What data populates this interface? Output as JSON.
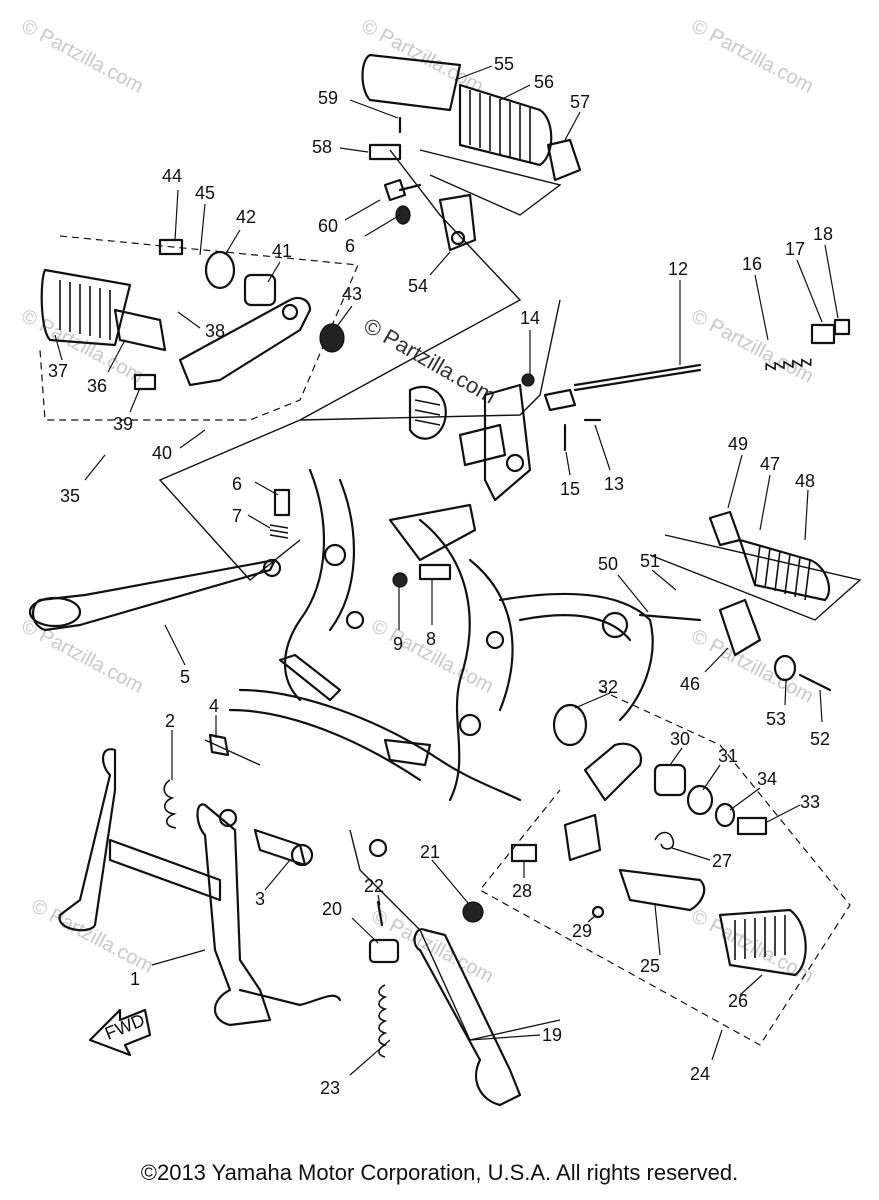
{
  "watermark": {
    "text": "© Partzilla.com"
  },
  "center_watermark": {
    "line1": "© Partzilla",
    "line2": ".com"
  },
  "direction_arrow": "FWD",
  "callouts": [
    "1",
    "2",
    "3",
    "4",
    "5",
    "6",
    "6",
    "7",
    "8",
    "9",
    "12",
    "13",
    "14",
    "15",
    "16",
    "17",
    "18",
    "19",
    "20",
    "21",
    "22",
    "23",
    "24",
    "25",
    "26",
    "27",
    "28",
    "29",
    "30",
    "31",
    "32",
    "33",
    "34",
    "35",
    "36",
    "37",
    "38",
    "39",
    "40",
    "41",
    "42",
    "43",
    "44",
    "45",
    "46",
    "47",
    "48",
    "49",
    "50",
    "51",
    "52",
    "53",
    "54",
    "55",
    "56",
    "57",
    "58",
    "59",
    "60"
  ],
  "footer": {
    "copyright": "©2013 Yamaha Motor Corporation, U.S.A. All rights reserved."
  }
}
